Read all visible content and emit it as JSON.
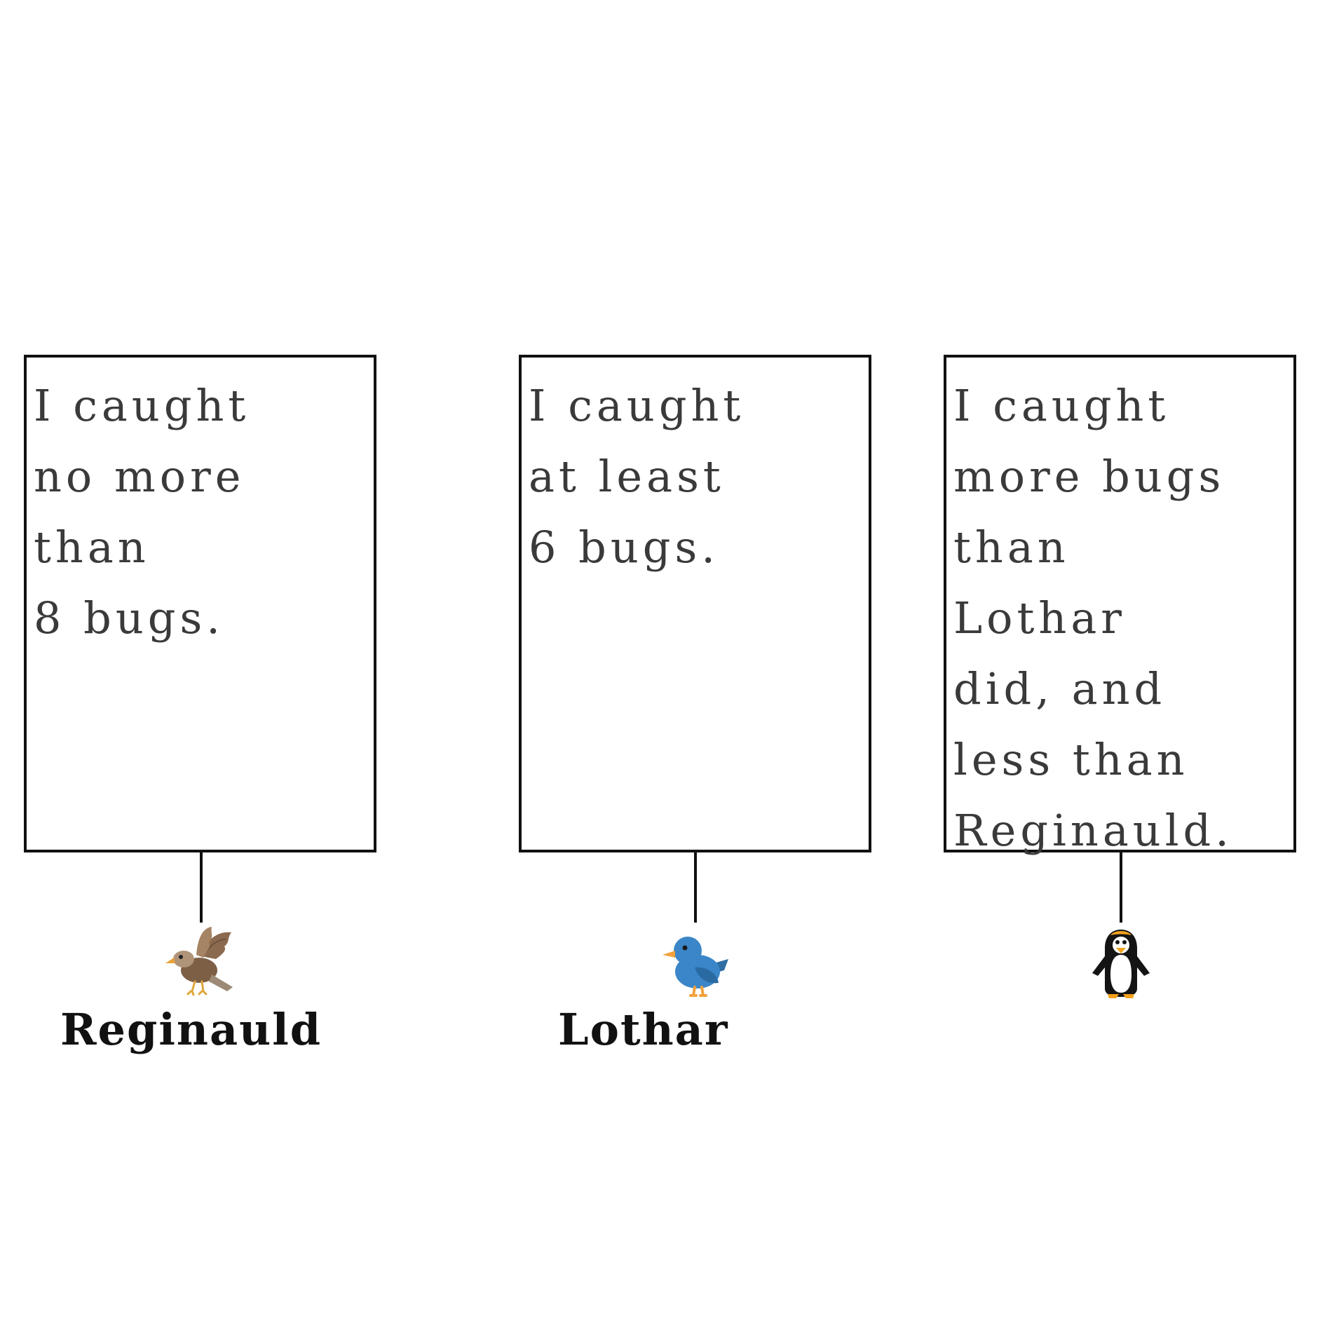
{
  "speakers": [
    {
      "name": "Reginauld",
      "statement": "I caught\nno more\nthan\n8 bugs.",
      "icon": "eagle-icon"
    },
    {
      "name": "Lothar",
      "statement": "I caught\nat least\n6 bugs.",
      "icon": "bird-icon"
    },
    {
      "name": "",
      "statement": "I caught\nmore bugs\nthan\nLothar\ndid, and\nless than\nReginauld.",
      "icon": "penguin-icon"
    }
  ],
  "colors": {
    "border": "#111111",
    "statement_text": "#3a3a3a",
    "name_text": "#111111"
  }
}
